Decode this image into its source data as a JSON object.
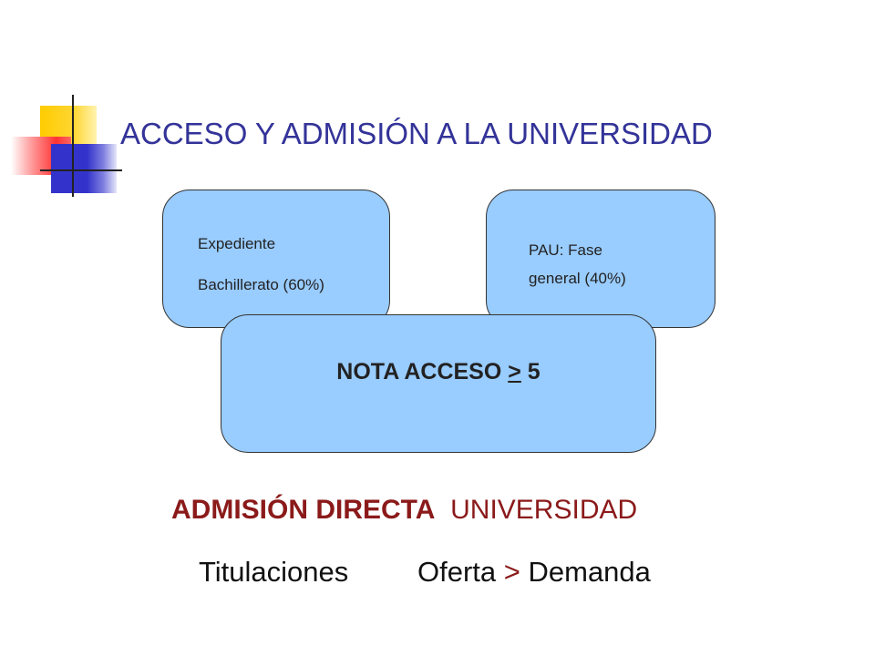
{
  "slide": {
    "title": "ACCESO Y ADMISIÓN A LA UNIVERSIDAD",
    "box_left": {
      "line1": "Expediente",
      "line2": "Bachillerato (60%)"
    },
    "box_right": {
      "line1": "PAU: Fase",
      "line2": "general (40%)"
    },
    "box_main": {
      "prefix": "NOTA ACCESO ",
      "operator": ">",
      "suffix": " 5"
    },
    "admision": {
      "bold": "ADMISIÓN DIRECTA",
      "normal": "UNIVERSIDAD"
    },
    "bottom": {
      "left": "Titulaciones",
      "right_prefix": "Oferta ",
      "operator": ">",
      "right_suffix": " Demanda"
    }
  },
  "colors": {
    "title": "#333399",
    "box_fill": "#99ccff",
    "accent": "#8b1a1a",
    "deco_yellow": "#ffcc00",
    "deco_blue": "#3333cc",
    "deco_red": "#ff3333"
  },
  "icons": [
    "decorative-squares-logo"
  ]
}
